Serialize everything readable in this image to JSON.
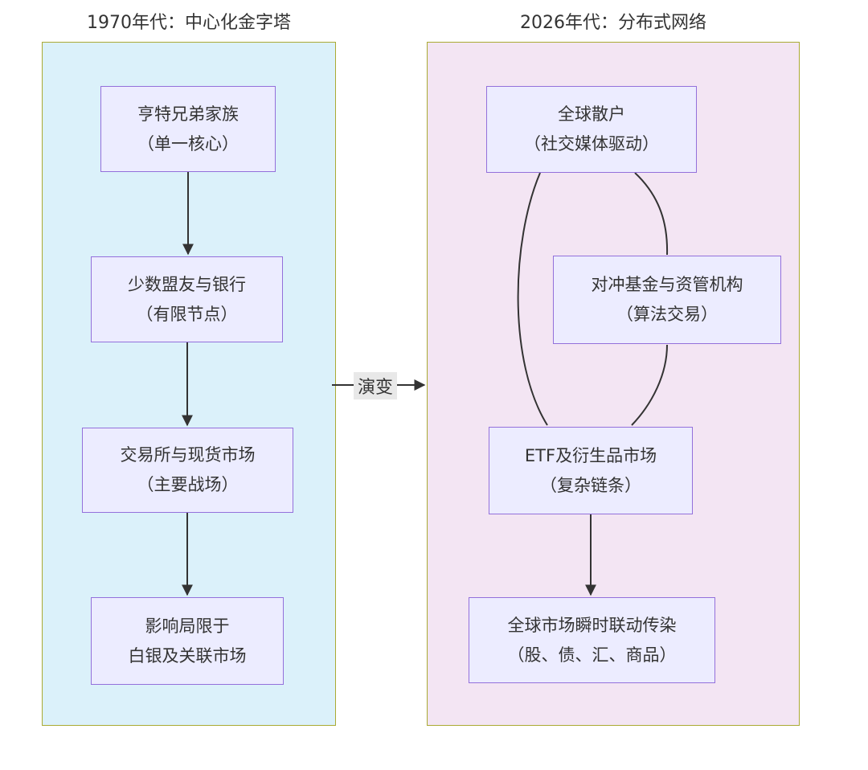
{
  "diagram": {
    "type": "flowchart-comparison",
    "evolution_arrow_label": "演变",
    "left_panel": {
      "title": "1970年代：中心化金字塔",
      "nodes": [
        {
          "id": "hunt-brothers",
          "line1": "亨特兄弟家族",
          "line2": "（单一核心）"
        },
        {
          "id": "allies-banks",
          "line1": "少数盟友与银行",
          "line2": "（有限节点）"
        },
        {
          "id": "exchanges-spot",
          "line1": "交易所与现货市场",
          "line2": "（主要战场）"
        },
        {
          "id": "impact-limited",
          "line1": "影响局限于",
          "line2": "白银及关联市场"
        }
      ],
      "edges": [
        {
          "from": "hunt-brothers",
          "to": "allies-banks",
          "arrow": true
        },
        {
          "from": "allies-banks",
          "to": "exchanges-spot",
          "arrow": true
        },
        {
          "from": "exchanges-spot",
          "to": "impact-limited",
          "arrow": true
        }
      ]
    },
    "right_panel": {
      "title": "2026年代：分布式网络",
      "nodes": [
        {
          "id": "global-retail",
          "line1": "全球散户",
          "line2": "（社交媒体驱动）"
        },
        {
          "id": "hedge-funds",
          "line1": "对冲基金与资管机构",
          "line2": "（算法交易）"
        },
        {
          "id": "etf-derivatives",
          "line1": "ETF及衍生品市场",
          "line2": "（复杂链条）"
        },
        {
          "id": "global-contagion",
          "line1": "全球市场瞬时联动传染",
          "line2": "（股、债、汇、商品）"
        }
      ],
      "edges": [
        {
          "from": "global-retail",
          "to": "etf-derivatives",
          "arrow": false,
          "shape": "curve-left"
        },
        {
          "from": "global-retail",
          "to": "hedge-funds",
          "arrow": false,
          "shape": "curve-right"
        },
        {
          "from": "hedge-funds",
          "to": "etf-derivatives",
          "arrow": false,
          "shape": "curve-right"
        },
        {
          "from": "etf-derivatives",
          "to": "global-contagion",
          "arrow": true
        }
      ]
    },
    "cross_edge": {
      "from": "left-panel",
      "to": "right-panel",
      "arrow": true,
      "label": "演变"
    },
    "colors": {
      "node_fill": "#ECECFF",
      "node_border": "#9370DB",
      "left_panel_fill": "#dbf1fa",
      "right_panel_fill": "#f3e5f3",
      "panel_border": "#aaaa33",
      "line": "#333333",
      "text": "#333333",
      "edge_label_bg": "#e8e8e8"
    }
  }
}
